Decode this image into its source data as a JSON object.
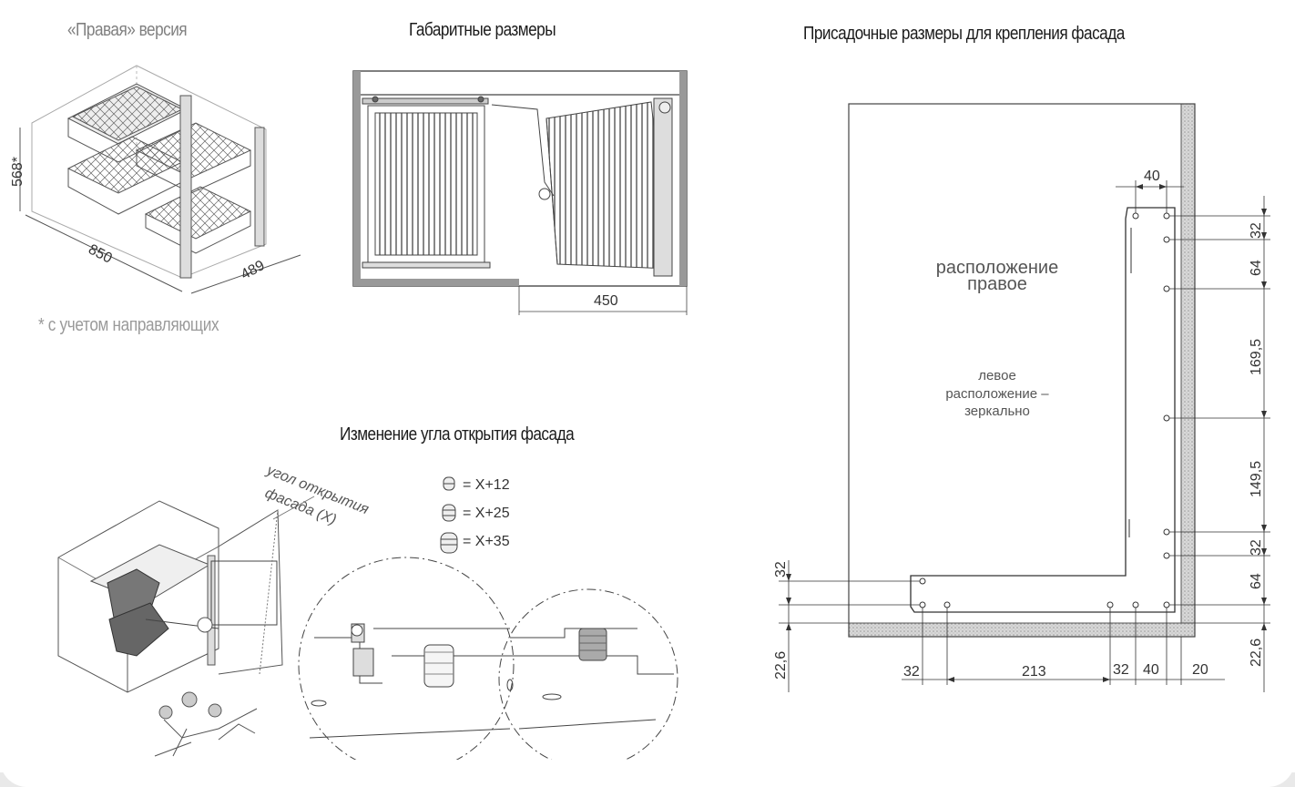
{
  "titles": {
    "right_version": "«Правая» версия",
    "overall_dims": "Габаритные размеры",
    "mounting_dims": "Присадочные размеры для крепления фасада",
    "opening_angle": "Изменение угла открытия фасада"
  },
  "iso_view": {
    "height": "568*",
    "width": "850",
    "depth": "489",
    "note": "* с учетом направляющих"
  },
  "plan_view": {
    "dim_450": "450"
  },
  "angle_view": {
    "label_line1": "угол открытия",
    "label_line2": "фасада (X)",
    "legend": [
      "= X+12",
      "= X+25",
      "= X+35"
    ]
  },
  "facade": {
    "label_right_line1": "расположение",
    "label_right_line2": "правое",
    "label_left_line1": "левое",
    "label_left_line2": "расположение –",
    "label_left_line3": "зеркально",
    "top_40": "40",
    "right_dims": [
      "32",
      "64",
      "169,5",
      "149,5",
      "32",
      "64",
      "22,6"
    ],
    "left_dims": [
      "32",
      "22,6"
    ],
    "bottom_dims": [
      "32",
      "213",
      "32",
      "40",
      "20"
    ]
  }
}
